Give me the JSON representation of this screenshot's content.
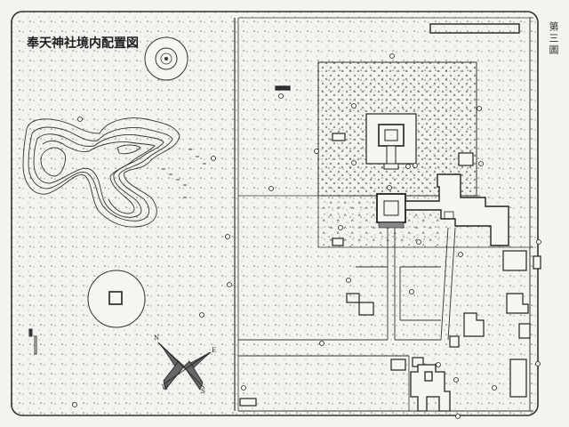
{
  "map": {
    "title": "奉天神社境内配置図",
    "plate_label": "第三圖",
    "compass": {
      "n": "N",
      "s": "S",
      "e": "E",
      "w": "W"
    },
    "colors": {
      "ink": "#2a2a2a",
      "paper": "#f3f3f0",
      "frame": "#3a3a3a"
    }
  }
}
